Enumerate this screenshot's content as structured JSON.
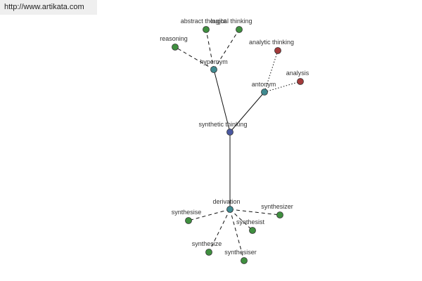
{
  "site": {
    "url": "http://www.artikata.com"
  },
  "graph": {
    "center": "synthetic thinking",
    "nodes": [
      {
        "id": "synthetic-thinking",
        "label": "synthetic thinking",
        "kind": "center",
        "color": "#4a58a0"
      },
      {
        "id": "hypernym",
        "label": "hypernym",
        "kind": "relation",
        "color": "#3f8a90"
      },
      {
        "id": "antonym",
        "label": "antonym",
        "kind": "relation",
        "color": "#3f8a90"
      },
      {
        "id": "derivation",
        "label": "derivation",
        "kind": "relation",
        "color": "#3f8a90"
      },
      {
        "id": "abstract-thought",
        "label": "abstract thought",
        "kind": "leaf",
        "color": "#3f8f3f"
      },
      {
        "id": "logical-thinking",
        "label": "logical thinking",
        "kind": "leaf",
        "color": "#3f8f3f"
      },
      {
        "id": "reasoning",
        "label": "reasoning",
        "kind": "leaf",
        "color": "#3f8f3f"
      },
      {
        "id": "analytic-thinking",
        "label": "analytic thinking",
        "kind": "leaf",
        "color": "#a33a3a"
      },
      {
        "id": "analysis",
        "label": "analysis",
        "kind": "leaf",
        "color": "#a33a3a"
      },
      {
        "id": "synthesise",
        "label": "synthesise",
        "kind": "leaf",
        "color": "#3f8f3f"
      },
      {
        "id": "synthesizer",
        "label": "synthesizer",
        "kind": "leaf",
        "color": "#3f8f3f"
      },
      {
        "id": "synthesist",
        "label": "synthesist",
        "kind": "leaf",
        "color": "#3f8f3f"
      },
      {
        "id": "synthesize",
        "label": "synthesize",
        "kind": "leaf",
        "color": "#3f8f3f"
      },
      {
        "id": "synthesiser",
        "label": "synthesiser",
        "kind": "leaf",
        "color": "#3f8f3f"
      }
    ],
    "edges": [
      {
        "from": "synthetic-thinking",
        "to": "hypernym",
        "style": "solid"
      },
      {
        "from": "synthetic-thinking",
        "to": "antonym",
        "style": "solid"
      },
      {
        "from": "synthetic-thinking",
        "to": "derivation",
        "style": "solid"
      },
      {
        "from": "hypernym",
        "to": "abstract-thought",
        "style": "dashed"
      },
      {
        "from": "hypernym",
        "to": "logical-thinking",
        "style": "dashed"
      },
      {
        "from": "hypernym",
        "to": "reasoning",
        "style": "dashed"
      },
      {
        "from": "antonym",
        "to": "analytic-thinking",
        "style": "dotted"
      },
      {
        "from": "antonym",
        "to": "analysis",
        "style": "dotted"
      },
      {
        "from": "derivation",
        "to": "synthesise",
        "style": "dashed"
      },
      {
        "from": "derivation",
        "to": "synthesizer",
        "style": "dashed"
      },
      {
        "from": "derivation",
        "to": "synthesist",
        "style": "dashed"
      },
      {
        "from": "derivation",
        "to": "synthesize",
        "style": "dashed"
      },
      {
        "from": "derivation",
        "to": "synthesiser",
        "style": "dashed"
      }
    ]
  }
}
